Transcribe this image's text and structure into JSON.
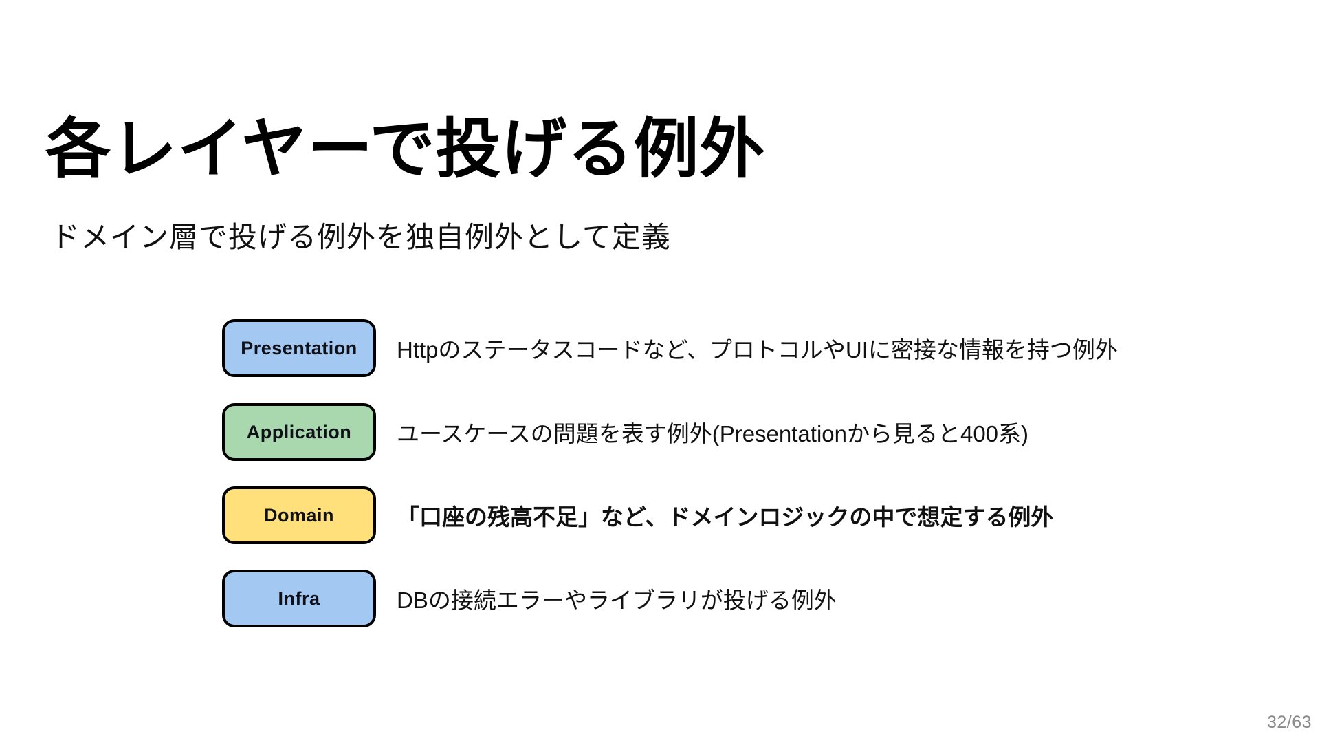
{
  "slide": {
    "title": "各レイヤーで投げる例外",
    "subtitle": "ドメイン層で投げる例外を独自例外として定義",
    "page_number": "32/63",
    "colors": {
      "background": "#FFFFFF",
      "box_border": "#000000",
      "title_text": "#000000",
      "body_text": "#111111",
      "page_number_text": "#8A8A8A",
      "blue_box": "#A3C9F2",
      "green_box": "#A9D8AE",
      "yellow_box": "#FFE07A"
    },
    "layers": [
      {
        "label": "Presentation",
        "box_color": "#A3C9F2",
        "description": "Httpのステータスコードなど、プロトコルやUIに密接な情報を持つ例外",
        "emphasis": false
      },
      {
        "label": "Application",
        "box_color": "#A9D8AE",
        "description": "ユースケースの問題を表す例外(Presentationから見ると400系)",
        "emphasis": false
      },
      {
        "label": "Domain",
        "box_color": "#FFE07A",
        "description": "「口座の残高不足」など、ドメインロジックの中で想定する例外",
        "emphasis": true
      },
      {
        "label": "Infra",
        "box_color": "#A3C9F2",
        "description": "DBの接続エラーやライブラリが投げる例外",
        "emphasis": false
      }
    ]
  }
}
